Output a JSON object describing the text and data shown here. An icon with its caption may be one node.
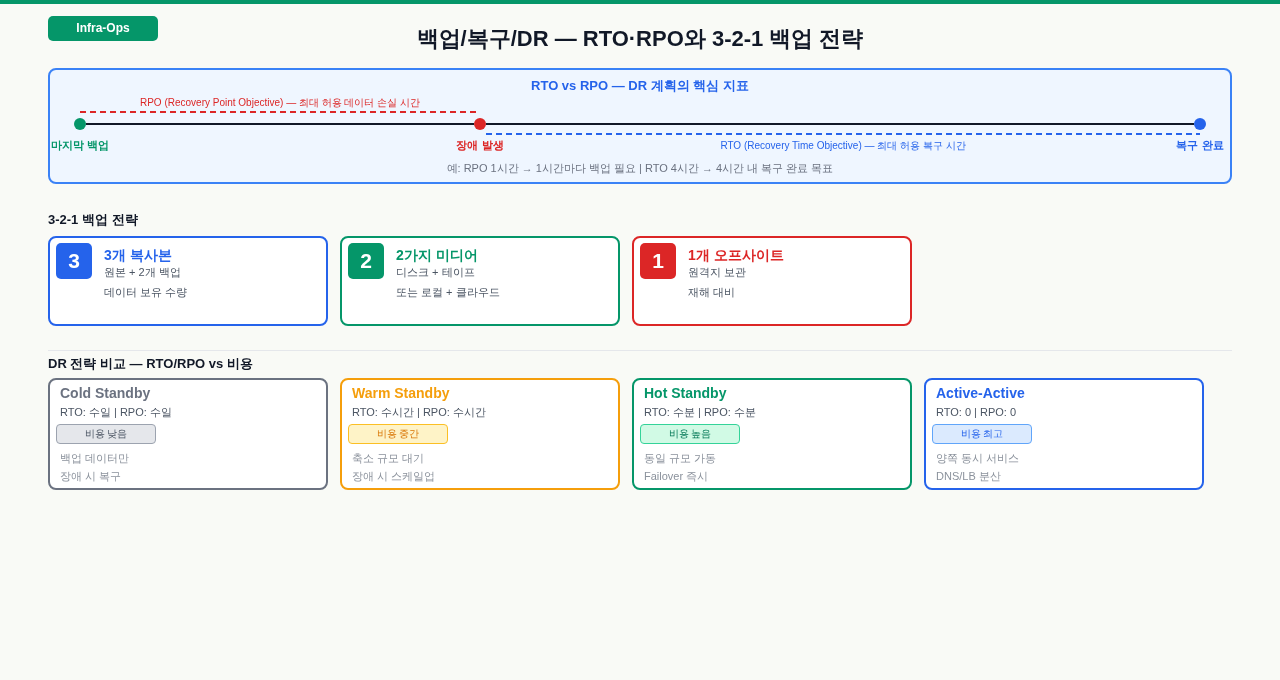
{
  "diagram": {
    "title": "백업/복구/DR — RTO·RPO와 3-2-1 백업 전략",
    "nodes": [
      {
        "text": [
          "Infra-Ops"
        ]
      },
      {
        "text": [
          "RTO vs RPO — DR 계획의 핵심 지표",
          "예: RPO 1시간 → 1시간마다 백업 필요 | RTO 4시간 → 4시간 내 복구 완료 목표"
        ]
      },
      {
        "text": [],
        "shape": "circle",
        "beside": [
          "마지막 백업"
        ],
        "in": 1
      },
      {
        "text": [],
        "shape": "circle",
        "beside": [
          "장애 발생"
        ],
        "in": 1
      },
      {
        "text": [],
        "shape": "circle",
        "beside": [
          "복구 완료"
        ],
        "in": 1
      },
      {
        "text": [
          "3개 복사본",
          "원본 + 2개 백업",
          "데이터 보유 수량"
        ]
      },
      {
        "text": [
          "3"
        ],
        "in": 5
      },
      {
        "text": [
          "2가지 미디어",
          "디스크 + 테이프",
          "또는 로컬 + 클라우드"
        ]
      },
      {
        "text": [
          "2"
        ],
        "in": 7
      },
      {
        "text": [
          "1개 오프사이트",
          "원격지 보관",
          "재해 대비"
        ]
      },
      {
        "text": [
          "1"
        ],
        "in": 9
      },
      {
        "text": [
          "Cold Standby",
          "RTO: 수일 | RPO: 수일",
          "백업 데이터만",
          "장애 시 복구"
        ]
      },
      {
        "text": [
          "비용 낮음"
        ],
        "in": 11
      },
      {
        "text": [
          "Warm Standby",
          "RTO: 수시간 | RPO: 수시간",
          "축소 규모 대기",
          "장애 시 스케일업"
        ]
      },
      {
        "text": [
          "비용 중간"
        ],
        "in": 13
      },
      {
        "text": [
          "Hot Standby",
          "RTO: 수분 | RPO: 수분",
          "동일 규모 가동",
          "Failover 즉시"
        ]
      },
      {
        "text": [
          "비용 높음"
        ],
        "in": 15
      },
      {
        "text": [
          "Active-Active",
          "RTO: 0 | RPO: 0",
          "양쪽 동시 서비스",
          "DNS/LB 분산"
        ]
      },
      {
        "text": [
          "비용 최고"
        ],
        "in": 17
      }
    ],
    "edges": [
      {
        "from": 2,
        "to": 3,
        "arrow": "none"
      },
      {
        "from": 3,
        "to": 4,
        "arrow": "none"
      }
    ],
    "labels": [
      "RPO (Recovery Point Objective) — 최대 허용 데이터 손실 시간",
      "RTO (Recovery Time Objective) — 최대 허용 복구 시간",
      "3-2-1 백업 전략",
      "DR 전략 비교 — RTO/RPO vs 비용"
    ]
  }
}
